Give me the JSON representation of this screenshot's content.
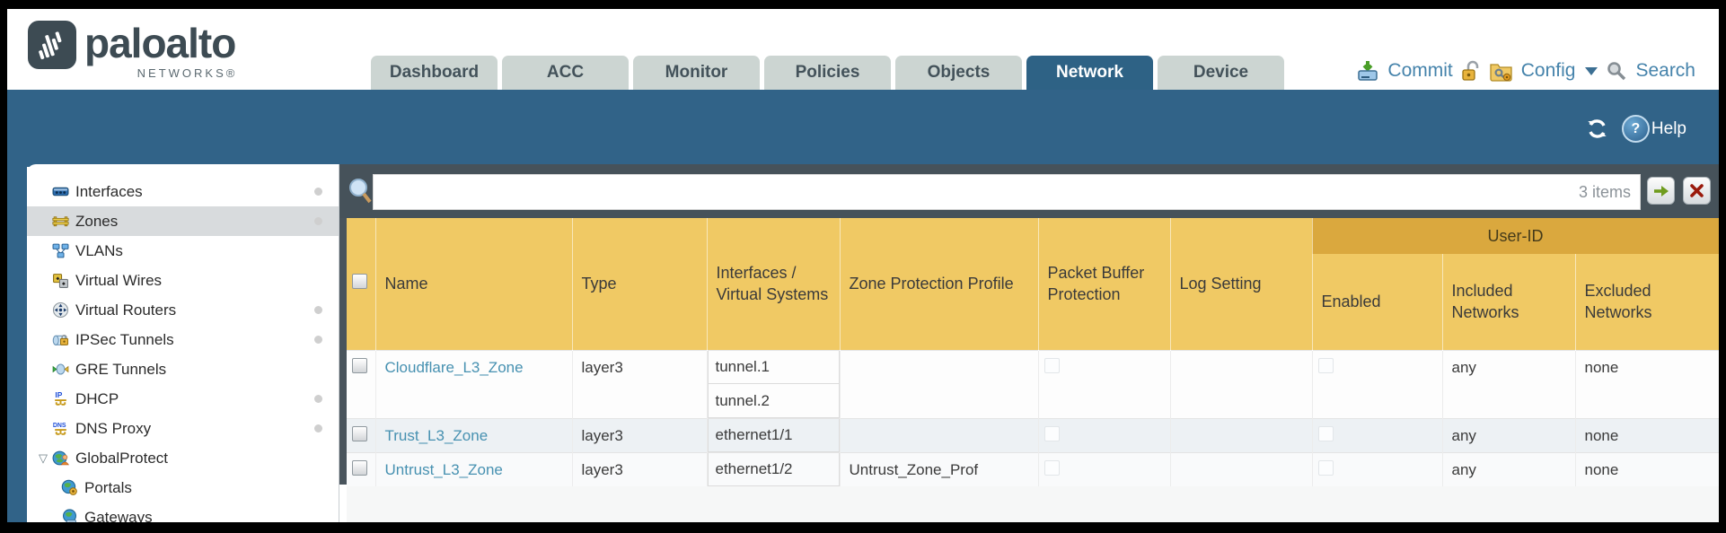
{
  "brand": {
    "name": "paloalto",
    "sub": "NETWORKS®"
  },
  "tabs": [
    {
      "label": "Dashboard",
      "active": false
    },
    {
      "label": "ACC",
      "active": false
    },
    {
      "label": "Monitor",
      "active": false
    },
    {
      "label": "Policies",
      "active": false
    },
    {
      "label": "Objects",
      "active": false
    },
    {
      "label": "Network",
      "active": true
    },
    {
      "label": "Device",
      "active": false
    }
  ],
  "utilities": {
    "commit": "Commit",
    "config": "Config",
    "search": "Search"
  },
  "band": {
    "help": "Help"
  },
  "sidebar": {
    "items": [
      {
        "label": "Interfaces",
        "icon": "interfaces-icon",
        "dot": true
      },
      {
        "label": "Zones",
        "icon": "zones-icon",
        "dot": true,
        "selected": true
      },
      {
        "label": "VLANs",
        "icon": "vlans-icon"
      },
      {
        "label": "Virtual Wires",
        "icon": "virtual-wires-icon"
      },
      {
        "label": "Virtual Routers",
        "icon": "virtual-routers-icon",
        "dot": true
      },
      {
        "label": "IPSec Tunnels",
        "icon": "ipsec-tunnels-icon",
        "dot": true
      },
      {
        "label": "GRE Tunnels",
        "icon": "gre-tunnels-icon"
      },
      {
        "label": "DHCP",
        "icon": "dhcp-icon",
        "dot": true
      },
      {
        "label": "DNS Proxy",
        "icon": "dns-proxy-icon",
        "dot": true
      },
      {
        "label": "GlobalProtect",
        "icon": "globalprotect-icon",
        "expanded": true
      },
      {
        "label": "Portals",
        "icon": "portals-icon",
        "child": true
      },
      {
        "label": "Gateways",
        "icon": "gateways-icon",
        "child": true
      }
    ]
  },
  "filter": {
    "count_label": "3 items",
    "value": "",
    "placeholder": ""
  },
  "table": {
    "group_header": "User-ID",
    "columns": [
      "Name",
      "Type",
      "Interfaces / Virtual Systems",
      "Zone Protection Profile",
      "Packet Buffer Protection",
      "Log Setting",
      "Enabled",
      "Included Networks",
      "Excluded Networks"
    ],
    "rows": [
      {
        "name": "Cloudflare_L3_Zone",
        "type": "layer3",
        "interfaces": [
          "tunnel.1",
          "tunnel.2"
        ],
        "zone_protection_profile": "",
        "packet_buffer_protection": false,
        "log_setting": "",
        "enabled": false,
        "included_networks": "any",
        "excluded_networks": "none"
      },
      {
        "name": "Trust_L3_Zone",
        "type": "layer3",
        "interfaces": [
          "ethernet1/1"
        ],
        "zone_protection_profile": "",
        "packet_buffer_protection": false,
        "log_setting": "",
        "enabled": false,
        "included_networks": "any",
        "excluded_networks": "none"
      },
      {
        "name": "Untrust_L3_Zone",
        "type": "layer3",
        "interfaces": [
          "ethernet1/2"
        ],
        "zone_protection_profile": "Untrust_Zone_Prof",
        "packet_buffer_protection": false,
        "log_setting": "",
        "enabled": false,
        "included_networks": "any",
        "excluded_networks": "none"
      }
    ]
  },
  "colors": {
    "teal_band": "#316388",
    "active_tab": "#2e6285",
    "inactive_tab": "#ccd5d2",
    "filter_bar": "#46525a",
    "header_gold": "#f0c964",
    "userid_band_gold": "#daa83e",
    "link_blue": "#4791b1",
    "utility_link_blue": "#4583ab"
  }
}
